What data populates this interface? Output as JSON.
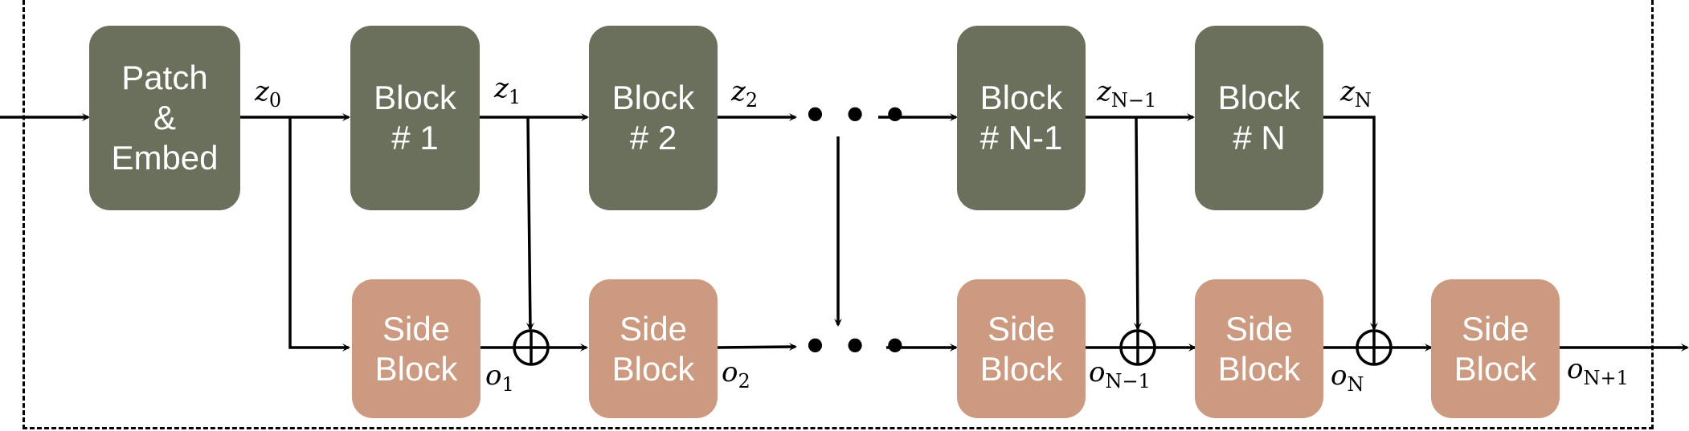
{
  "colors": {
    "main_block": "#6b705c",
    "side_block": "#cc9a80",
    "line": "#000000"
  },
  "patch_embed": {
    "line1": "Patch",
    "line2": "&",
    "line3": "Embed"
  },
  "blocks": [
    {
      "line1": "Block",
      "line2": "# 1"
    },
    {
      "line1": "Block",
      "line2": "# 2"
    },
    {
      "line1": "Block",
      "line2": "# N-1"
    },
    {
      "line1": "Block",
      "line2": "# N"
    }
  ],
  "side_blocks": [
    {
      "line1": "Side",
      "line2": "Block"
    },
    {
      "line1": "Side",
      "line2": "Block"
    },
    {
      "line1": "Side",
      "line2": "Block"
    },
    {
      "line1": "Side",
      "line2": "Block"
    },
    {
      "line1": "Side",
      "line2": "Block"
    }
  ],
  "z_labels": [
    {
      "base": "z",
      "sub": "0"
    },
    {
      "base": "z",
      "sub": "1"
    },
    {
      "base": "z",
      "sub": "2"
    },
    {
      "base": "z",
      "sub": "N−1"
    },
    {
      "base": "z",
      "sub": "N"
    }
  ],
  "o_labels": [
    {
      "base": "o",
      "sub": "1"
    },
    {
      "base": "o",
      "sub": "2"
    },
    {
      "base": "o",
      "sub": "N−1"
    },
    {
      "base": "o",
      "sub": "N"
    },
    {
      "base": "o",
      "sub": "N+1"
    }
  ],
  "ellipsis": "• • •"
}
